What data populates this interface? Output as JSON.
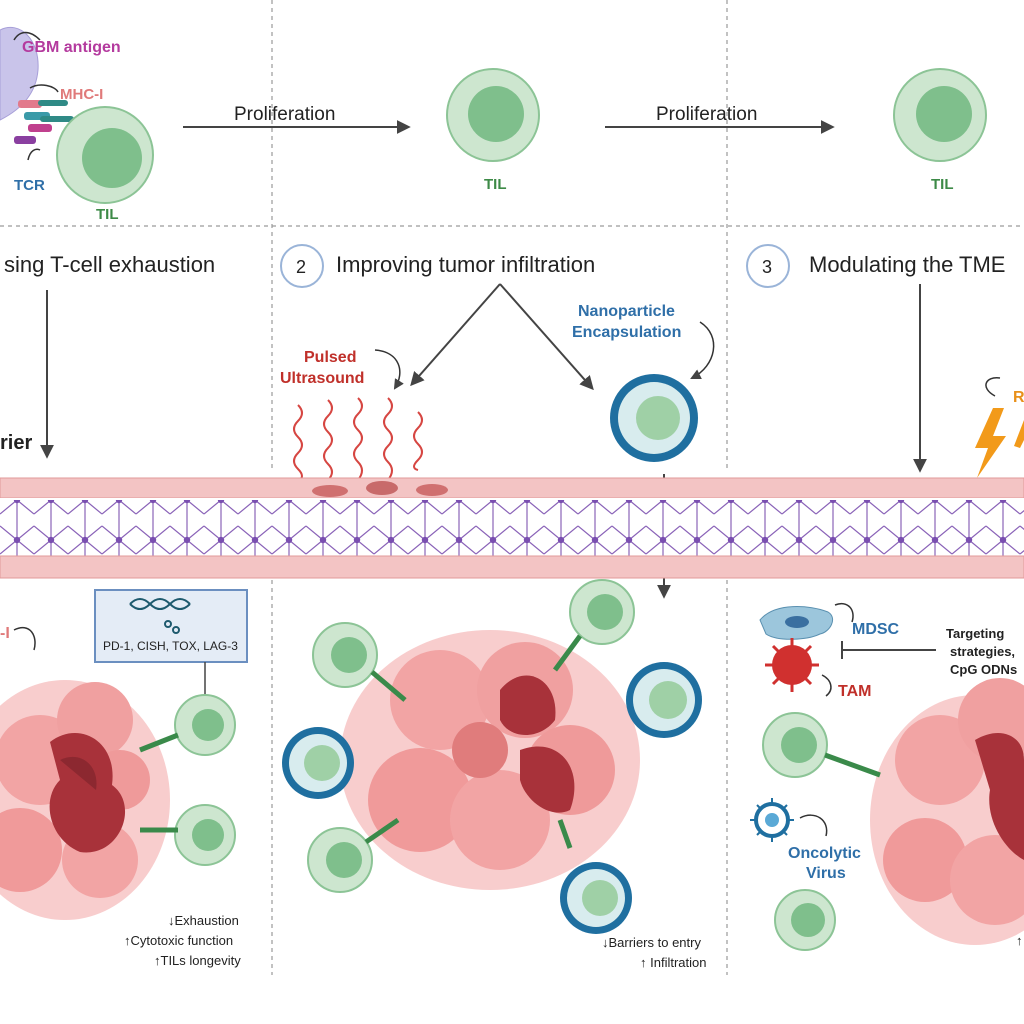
{
  "top": {
    "gbm_antigen": "GBM antigen",
    "mhc": "MHC-I",
    "tcr": "TCR",
    "til_1": "TIL",
    "proliferation_1": "Proliferation",
    "til_2": "TIL",
    "proliferation_2": "Proliferation",
    "til_3": "TIL"
  },
  "steps": {
    "step1_title": "sing T-cell exhaustion",
    "step2_number": "2",
    "step2_title": "Improving tumor infiltration",
    "step3_number": "3",
    "step3_title": "Modulating the TME"
  },
  "middle": {
    "barrier_label": "rier",
    "pulsed_line1": "Pulsed",
    "pulsed_line2": "Ultrasound",
    "nano_line1": "Nanoparticle",
    "nano_line2": "Encapsulation",
    "r_label": "R"
  },
  "panel1": {
    "mhc_partial": "-I",
    "gene_targets": "PD-1, CISH, TOX, LAG-3",
    "result1": "↓Exhaustion",
    "result2": "↑Cytotoxic  function",
    "result3": "↑TILs longevity"
  },
  "panel2": {
    "result1": "↓Barriers to entry",
    "result2": "↑ Infiltration"
  },
  "panel3": {
    "mdsc": "MDSC",
    "tam": "TAM",
    "targeting1": "Targeting",
    "targeting2": "strategies,",
    "targeting3": "CpG ODNs",
    "onco1": "Oncolytic",
    "onco2": "Virus",
    "partial": "↑"
  },
  "colors": {
    "til_fill": "#cde6cf",
    "til_nucleus": "#7fbf8c",
    "til_stroke": "#8cc496",
    "bbb_pink": "#f3c4c4",
    "bbb_purple": "#8a63b8",
    "tumor_light": "#f0a8a8",
    "tumor_dark": "#a8323a",
    "nano_blue": "#1f6fa0",
    "label_red": "#c0302a",
    "label_blue": "#2f6fa8",
    "label_green": "#3d8a47",
    "label_magenta": "#b43a9e",
    "label_orange": "#e8901a"
  }
}
